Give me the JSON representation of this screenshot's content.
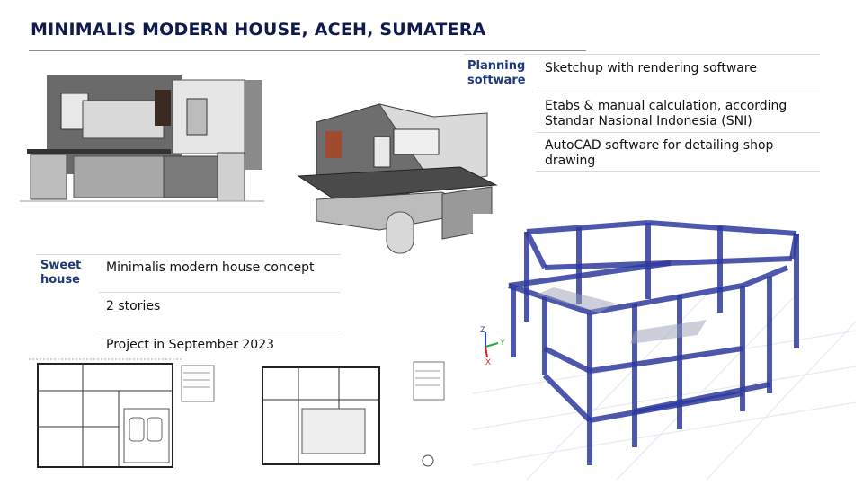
{
  "slide": {
    "title": "MINIMALIS MODERN HOUSE, ACEH, SUMATERA"
  },
  "planning": {
    "label_line1": "Planning",
    "label_line2": "software",
    "items": [
      "Sketchup with rendering software",
      "Etabs & manual calculation, according Standar Nasional Indonesia (SNI)",
      "AutoCAD software for detailing shop drawing"
    ]
  },
  "sweet": {
    "label_line1": "Sweet",
    "label_line2": "house",
    "items": [
      "Minimalis modern house concept",
      "2 stories",
      "Project in September 2023"
    ]
  },
  "axes": {
    "z": "Z",
    "y": "Y",
    "x": "X"
  },
  "colors": {
    "title": "#0f1b4f",
    "label": "#1f3a7a",
    "frame": "#2e3a9c"
  }
}
